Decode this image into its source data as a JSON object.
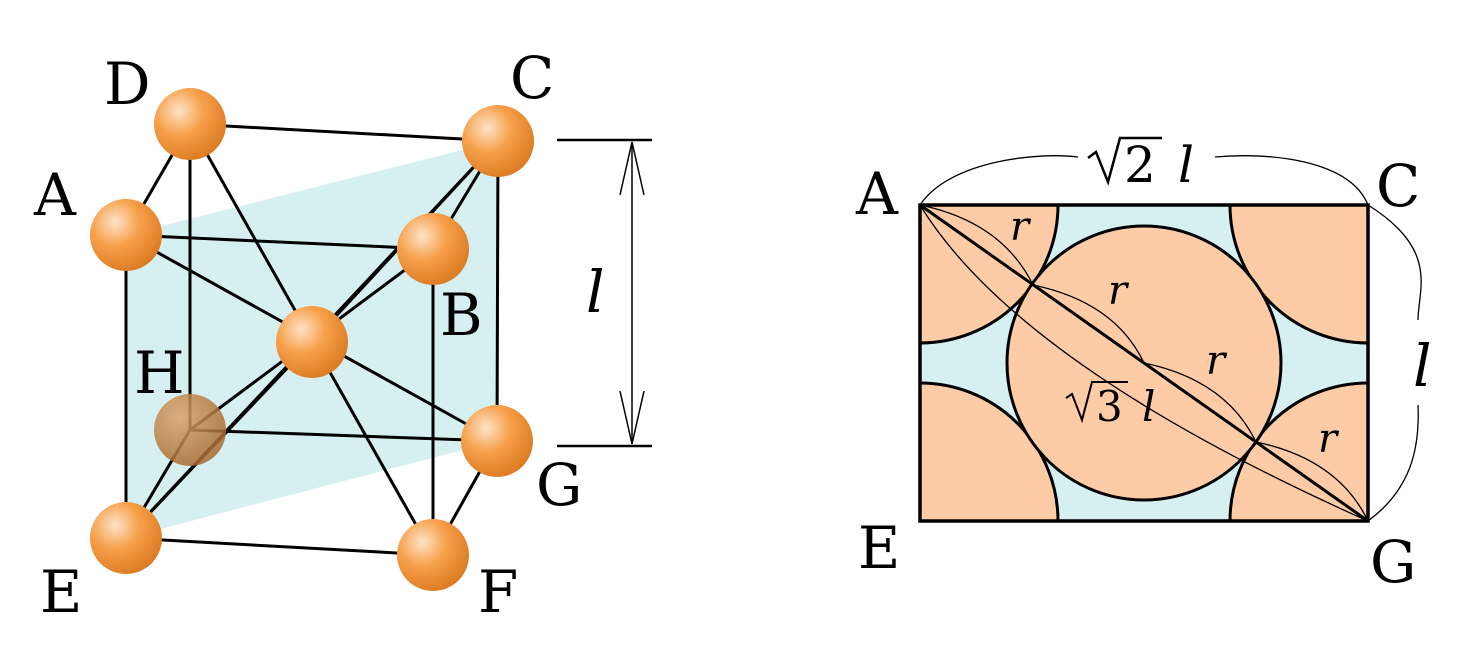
{
  "colors": {
    "sphere": "#f7a04a",
    "sphere_highlight": "#fde3c8",
    "sphere_shadow": "#d9781f",
    "hidden_sphere": "#b97a3a",
    "plane": "#d6eff0",
    "circle_fill": "#fdcba6",
    "line": "#000000"
  },
  "cube": {
    "vertices": {
      "A": "A",
      "B": "B",
      "C": "C",
      "D": "D",
      "E": "E",
      "F": "F",
      "G": "G",
      "H": "H"
    },
    "dimension_label": "l"
  },
  "section": {
    "corner_labels": {
      "A": "A",
      "C": "C",
      "E": "E",
      "G": "G"
    },
    "top_dimension": {
      "radical": "2",
      "variable": "l"
    },
    "side_dimension": "l",
    "diagonal_dimension": {
      "radical": "3",
      "variable": "l"
    },
    "radius_label": "r"
  }
}
